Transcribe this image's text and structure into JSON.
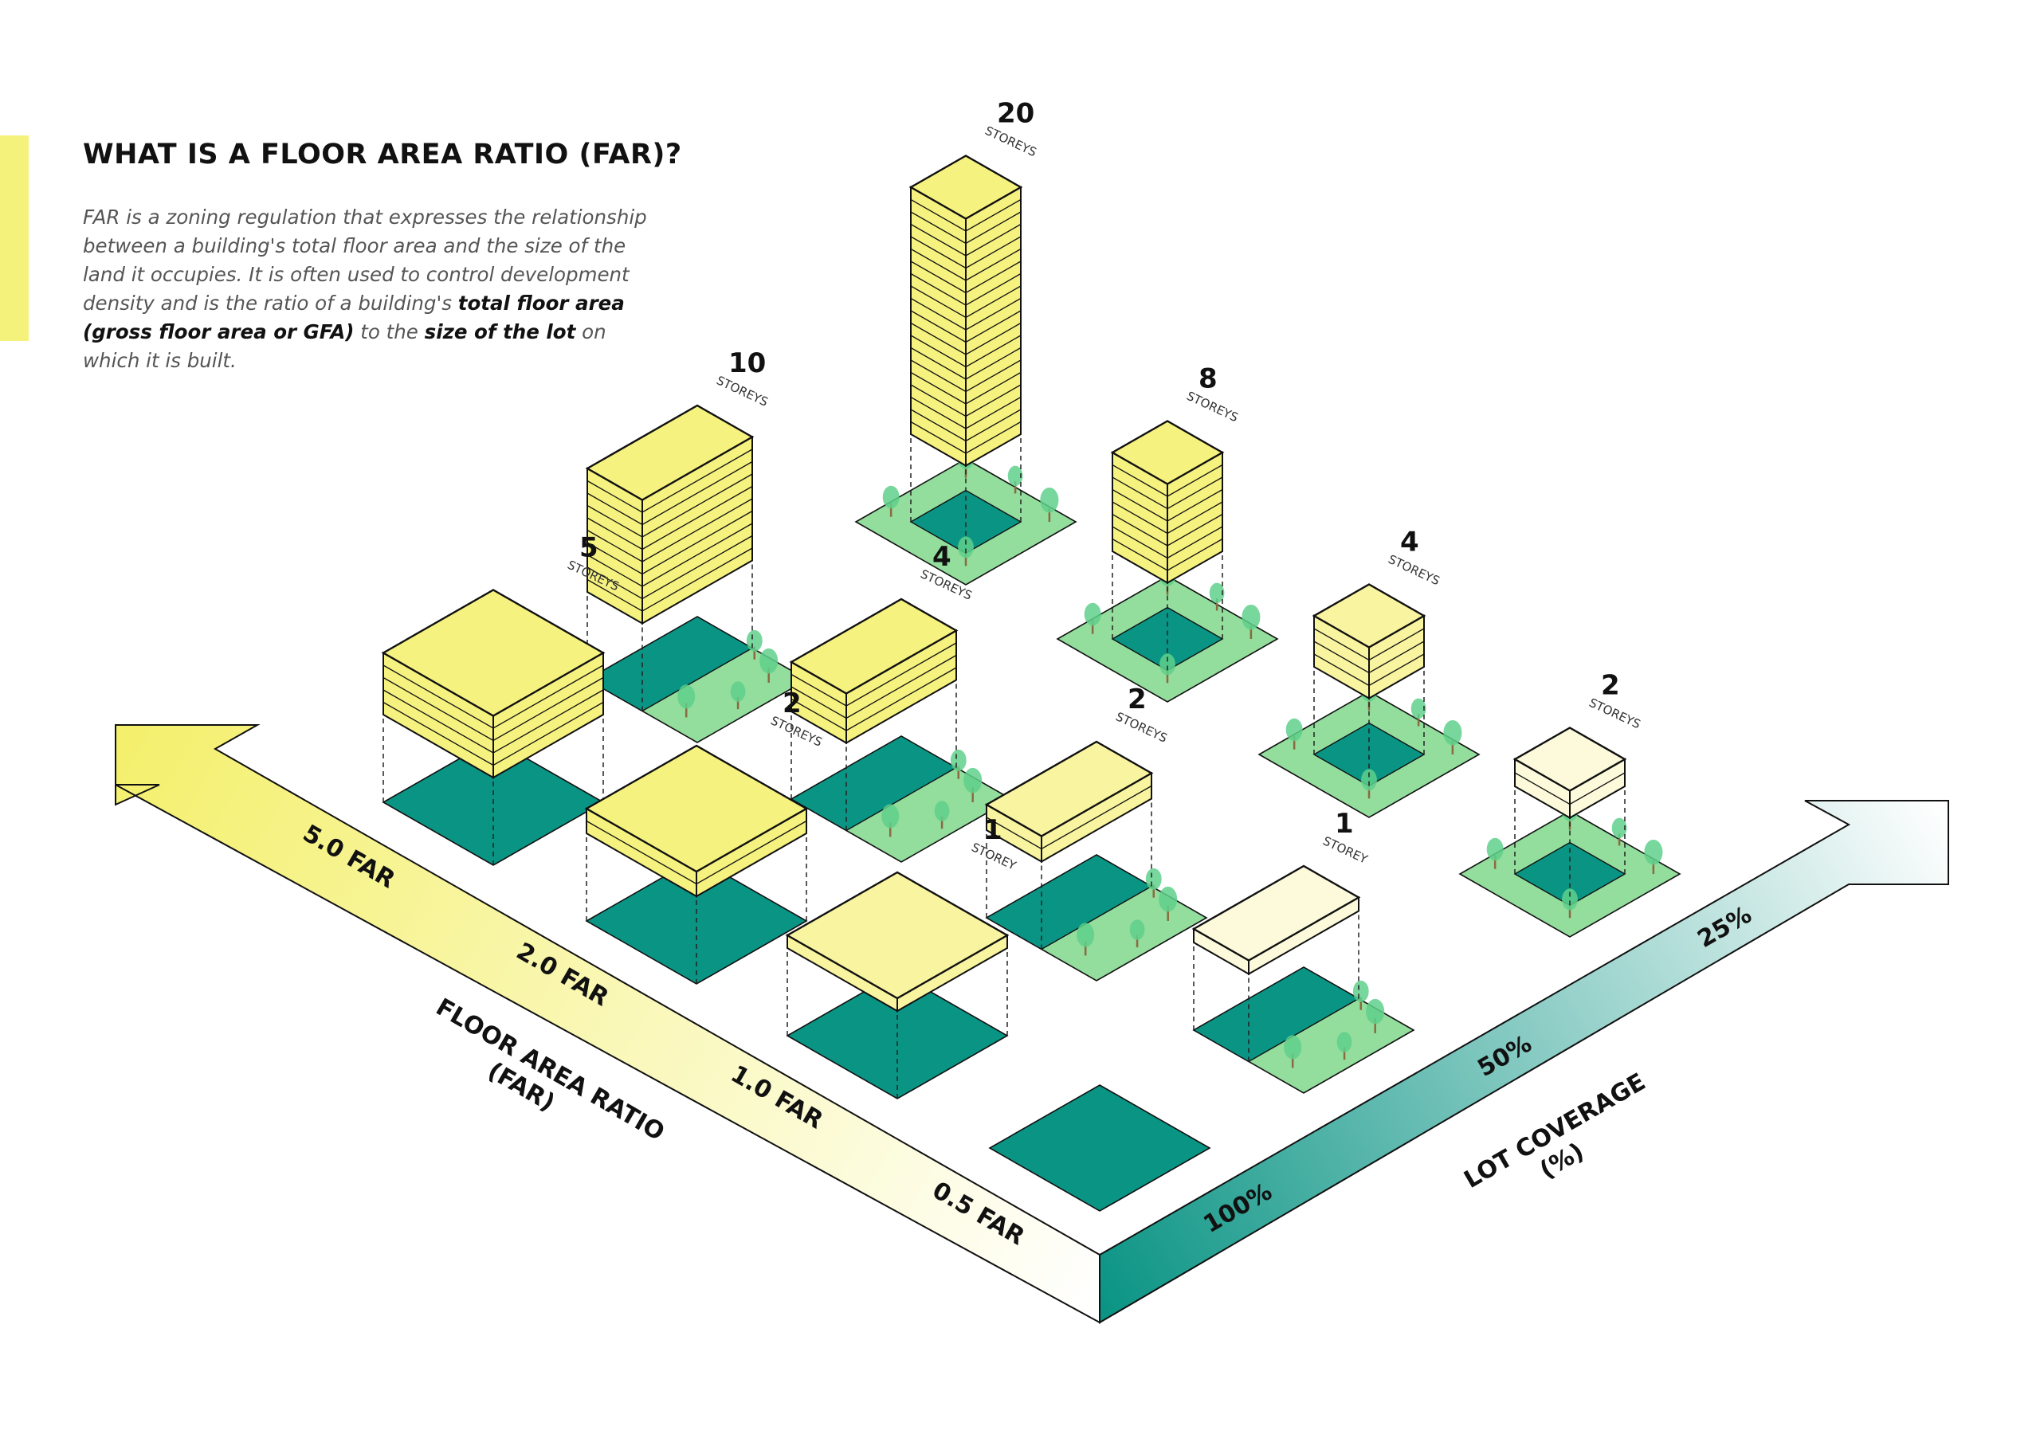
{
  "title": "WHAT IS A FLOOR AREA RATIO (FAR)?",
  "intro": {
    "t1": "FAR is a zoning regulation that expresses the relationship between a building's total floor area and the size of the land it occupies. It is often used to control development density and is the ratio of a building's ",
    "b1": "total floor area (gross floor area or GFA)",
    "t2": " to the ",
    "b2": "size of the lot",
    "t3": "  on which it is built."
  },
  "axes": {
    "far": {
      "title_line1": "FLOOR AREA RATIO",
      "title_line2": "(FAR)",
      "ticks": [
        "5.0 FAR",
        "2.0 FAR",
        "1.0 FAR",
        "0.5 FAR"
      ]
    },
    "coverage": {
      "title_line1": "LOT COVERAGE",
      "title_line2": "(%)",
      "ticks": [
        "100%",
        "50%",
        "25%"
      ]
    }
  },
  "buildings": [
    {
      "far": "5.0",
      "coverage": "100%",
      "storeys": 5,
      "num": "5",
      "unit": "STOREYS"
    },
    {
      "far": "5.0",
      "coverage": "50%",
      "storeys": 10,
      "num": "10",
      "unit": "STOREYS"
    },
    {
      "far": "5.0",
      "coverage": "25%",
      "storeys": 20,
      "num": "20",
      "unit": "STOREYS"
    },
    {
      "far": "2.0",
      "coverage": "100%",
      "storeys": 2,
      "num": "2",
      "unit": "STOREYS"
    },
    {
      "far": "2.0",
      "coverage": "50%",
      "storeys": 4,
      "num": "4",
      "unit": "STOREYS"
    },
    {
      "far": "2.0",
      "coverage": "25%",
      "storeys": 8,
      "num": "8",
      "unit": "STOREYS"
    },
    {
      "far": "1.0",
      "coverage": "100%",
      "storeys": 1,
      "num": "1",
      "unit": "STOREY"
    },
    {
      "far": "1.0",
      "coverage": "50%",
      "storeys": 2,
      "num": "2",
      "unit": "STOREYS"
    },
    {
      "far": "1.0",
      "coverage": "25%",
      "storeys": 4,
      "num": "4",
      "unit": "STOREYS"
    },
    {
      "far": "0.5",
      "coverage": "50%",
      "storeys": 1,
      "num": "1",
      "unit": "STOREY"
    },
    {
      "far": "0.5",
      "coverage": "25%",
      "storeys": 2,
      "num": "2",
      "unit": "STOREYS"
    }
  ],
  "empty_lot": {
    "far": "0.5",
    "coverage": "100%"
  },
  "colors": {
    "accent": "#f5f27c",
    "teal": "#0a9484",
    "lawn": "#93dd9d",
    "tree": "#5fd08b",
    "yellow_high": "#f6f280",
    "yellow_mid": "#f8f4a0",
    "yellow_low": "#fcfadb"
  }
}
